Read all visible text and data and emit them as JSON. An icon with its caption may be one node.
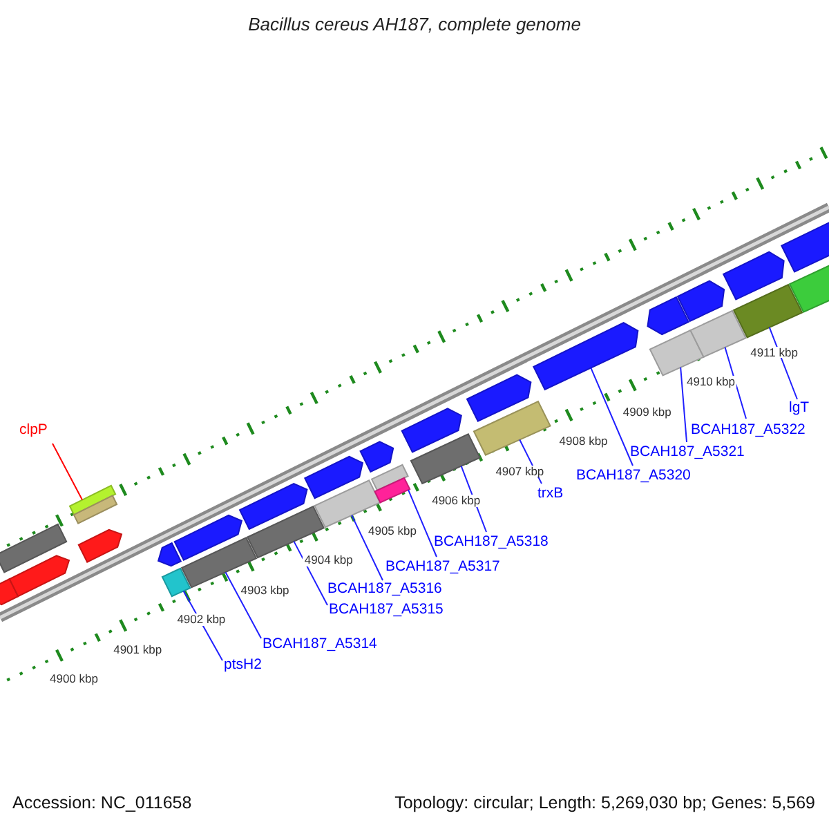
{
  "diagram": {
    "title": "Bacillus cereus AH187, complete genome",
    "nodes": [
      {
        "text": [
          "clpP"
        ]
      },
      {
        "text": [
          "ptsH2"
        ]
      },
      {
        "text": [
          "BCAH187_A5314"
        ]
      },
      {
        "text": [
          "BCAH187_A5315"
        ]
      },
      {
        "text": [
          "BCAH187_A5316"
        ]
      },
      {
        "text": [
          "BCAH187_A5317"
        ]
      },
      {
        "text": [
          "BCAH187_A5318"
        ]
      },
      {
        "text": [
          "trxB"
        ]
      },
      {
        "text": [
          "BCAH187_A5320"
        ]
      },
      {
        "text": [
          "BCAH187_A5321"
        ]
      },
      {
        "text": [
          "BCAH187_A5322"
        ]
      },
      {
        "text": [
          "lgT"
        ]
      },
      {
        "text": [],
        "shape": "arrow"
      },
      {
        "text": [],
        "shape": "box"
      },
      {
        "text": [],
        "shape": "arrow"
      },
      {
        "text": [],
        "shape": "box"
      },
      {
        "text": [],
        "shape": "box"
      },
      {
        "text": [],
        "shape": "arrow"
      },
      {
        "text": [],
        "shape": "arrow"
      },
      {
        "text": [],
        "shape": "box"
      },
      {
        "text": [],
        "shape": "arrow"
      },
      {
        "text": [],
        "shape": "box"
      },
      {
        "text": [],
        "shape": "arrow"
      },
      {
        "text": [],
        "shape": "box"
      },
      {
        "text": [],
        "shape": "arrow"
      },
      {
        "text": [],
        "shape": "box"
      },
      {
        "text": [],
        "shape": "arrow"
      },
      {
        "text": [],
        "shape": "box"
      },
      {
        "text": [],
        "shape": "box"
      },
      {
        "text": [],
        "shape": "arrow"
      },
      {
        "text": [],
        "shape": "box"
      },
      {
        "text": [],
        "shape": "arrow"
      },
      {
        "text": [],
        "shape": "box"
      },
      {
        "text": [],
        "shape": "arrow"
      },
      {
        "text": [],
        "shape": "arrow"
      },
      {
        "text": [],
        "shape": "box"
      },
      {
        "text": [],
        "shape": "arrow"
      },
      {
        "text": [],
        "shape": "box"
      },
      {
        "text": [],
        "shape": "arrow"
      },
      {
        "text": [],
        "shape": "box"
      },
      {
        "text": [],
        "shape": "arrow"
      },
      {
        "text": [],
        "shape": "box"
      }
    ],
    "edges": [
      {
        "from": 0,
        "to": 15,
        "arrow": "none",
        "color": "#ff0000"
      },
      {
        "from": 1,
        "to": 19,
        "arrow": "none"
      },
      {
        "from": 2,
        "to": 21,
        "arrow": "none"
      },
      {
        "from": 3,
        "to": 23,
        "arrow": "none"
      },
      {
        "from": 4,
        "to": 25,
        "arrow": "none"
      },
      {
        "from": 5,
        "to": 28,
        "arrow": "none"
      },
      {
        "from": 6,
        "to": 30,
        "arrow": "none"
      },
      {
        "from": 7,
        "to": 32,
        "arrow": "none"
      },
      {
        "from": 8,
        "to": 33,
        "arrow": "none"
      },
      {
        "from": 9,
        "to": 35,
        "arrow": "none"
      },
      {
        "from": 10,
        "to": 37,
        "arrow": "none"
      },
      {
        "from": 11,
        "to": 39,
        "arrow": "none"
      }
    ],
    "labels": [
      "4900 kbp",
      "4901 kbp",
      "4902 kbp",
      "4903 kbp",
      "4904 kbp",
      "4905 kbp",
      "4906 kbp",
      "4907 kbp",
      "4908 kbp",
      "4909 kbp",
      "4910 kbp",
      "4911 kbp",
      "Accession: NC_011658",
      "Topology: circular; Length: 5,269,030 bp; Genes: 5,569"
    ]
  }
}
